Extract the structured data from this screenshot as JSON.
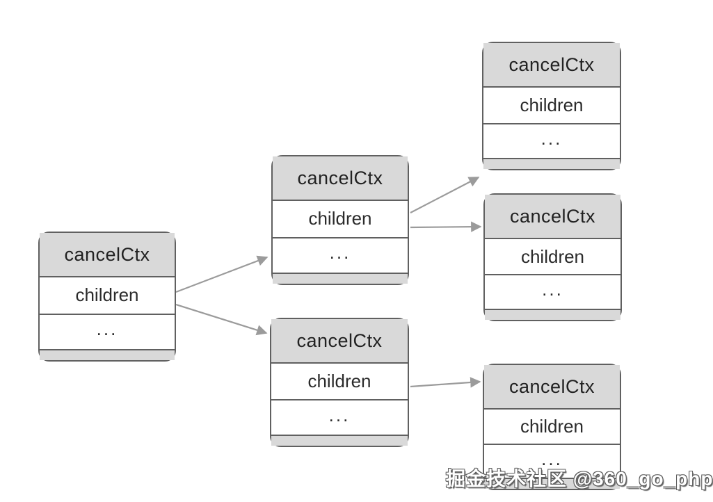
{
  "nodes": [
    {
      "id": "root",
      "title": "cancelCtx",
      "row_children": "children",
      "row_ellipsis": "..."
    },
    {
      "id": "mid-top",
      "title": "cancelCtx",
      "row_children": "children",
      "row_ellipsis": "..."
    },
    {
      "id": "mid-bottom",
      "title": "cancelCtx",
      "row_children": "children",
      "row_ellipsis": "..."
    },
    {
      "id": "right-top",
      "title": "cancelCtx",
      "row_children": "children",
      "row_ellipsis": "..."
    },
    {
      "id": "right-middle",
      "title": "cancelCtx",
      "row_children": "children",
      "row_ellipsis": "..."
    },
    {
      "id": "right-bottom",
      "title": "cancelCtx",
      "row_children": "children",
      "row_ellipsis": "..."
    }
  ],
  "edges": [
    {
      "from": "root",
      "to": "mid-top"
    },
    {
      "from": "root",
      "to": "mid-bottom"
    },
    {
      "from": "mid-top",
      "to": "right-top"
    },
    {
      "from": "mid-top",
      "to": "right-middle"
    },
    {
      "from": "mid-bottom",
      "to": "right-bottom"
    }
  ],
  "watermark": {
    "text": "掘金技术社区 @360_go_php"
  },
  "colors": {
    "background": "#ffffff",
    "node_header_fill": "#d9d9d9",
    "node_body_fill": "#ffffff",
    "node_border": "#606060",
    "arrow": "#9b9b9b",
    "text": "#262626",
    "watermark_fill": "#ffffff",
    "watermark_outline": "#5d5d5d"
  }
}
